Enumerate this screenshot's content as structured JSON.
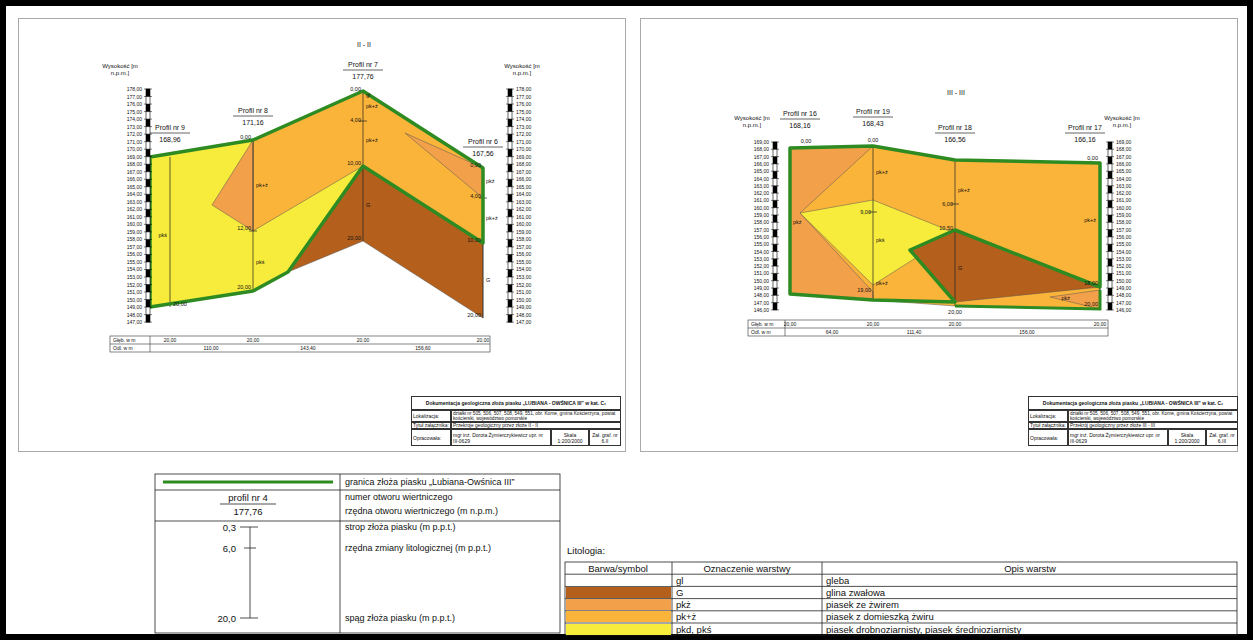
{
  "diagram": {
    "nodes": [
      {
        "text": [
          "II - II"
        ]
      },
      {
        "text": [
          "Dokumentacja geologiczna złoża piasku „LUBIANA - OWŚNICA III” w kat. C₁",
          "Lokalizacja:",
          "działki nr 505, 506, 507, 508, 549, 551, obr. Korne, gmina Kościerzyna, powiat kościerski, województwo pomorskie",
          "Tytuł załącznika:",
          "Przekroje geologiczny przez złoże II - II",
          "Opracowała:",
          "mgr inż. Dorota Żymierczykiewicz upr. nr III-0629",
          "Skala 1:200/2000",
          "Zał. graf. nr 6.II"
        ],
        "in": 0
      },
      {
        "text": [
          "III - III"
        ]
      },
      {
        "text": [
          "Dokumentacja geologiczna złoża piasku „LUBIANA - OWŚNICA III” w kat. C₁",
          "Lokalizacja:",
          "działki nr 505, 506, 507, 508, 549, 551, obr. Korne, gmina Kościerzyna, powiat kościerski, województwo pomorskie",
          "Tytuł załącznika:",
          "Przekrój geologiczny przez złoże III - III",
          "Opracowała:",
          "mgr inż. Dorota Żymierczykiewicz upr. nr III-0629",
          "Skala 1:200/2000",
          "Zał. graf. nr 6.III"
        ],
        "in": 2
      }
    ],
    "labels": [
      "Wysokość [m n.p.m.]",
      "Wysokość [m n.p.m.]",
      "Profil nr 9",
      "168,96",
      "Profil nr 8",
      "171,16",
      "Profil nr 7",
      "177,76",
      "Profil nr 6",
      "167,56",
      "0,00",
      "4,00",
      "10,00",
      "20,00",
      "0,00",
      "12,00",
      "20,00",
      "20,00",
      "0,00",
      "4,00",
      "10,00",
      "20,00",
      "gl",
      "pk+ż",
      "pk+ż",
      "G",
      "pk+ż",
      "pkś",
      "pkś",
      "pkż",
      "pk+ż",
      "G",
      "Głęb. w m",
      "Odl. w m",
      "20,00",
      "20,00",
      "20,00",
      "20,00",
      "110,00",
      "143,40",
      "156,60",
      "Wysokość [m n.p.m.]",
      "Wysokość [m n.p.m.]",
      "Profil nr 16",
      "168,16",
      "Profil nr 19",
      "168,43",
      "Profil nr 18",
      "166,56",
      "Profil nr 17",
      "166,16",
      "0,00",
      "0,00",
      "9,00",
      "19,00",
      "6,00",
      "10,50",
      "20,00",
      "0,00",
      "18,00",
      "20,00",
      "pkż",
      "pk+ż",
      "pkś",
      "pk+ż",
      "pk+ż",
      "G",
      "pk+ż",
      "pkż",
      "Głęb. w m",
      "Odl. w m",
      "20,00",
      "20,00",
      "20,00",
      "20,00",
      "64,00",
      "111,40",
      "156,00",
      "profil nr 4",
      "177,76",
      "0,3",
      "6,0",
      "20,0",
      "Litologia:",
      "Barwa/symbol",
      "Oznaczenie warstwy",
      "Opis warstw",
      "gl",
      "G",
      "pkż",
      "pk+ż",
      "pkd, pkś",
      "178,00",
      "177,00",
      "176,00",
      "175,00",
      "174,00",
      "173,00",
      "172,00",
      "171,00",
      "170,00",
      "169,00",
      "168,00",
      "167,00",
      "166,00",
      "165,00",
      "164,00",
      "163,00",
      "162,00",
      "161,00",
      "160,00",
      "159,00",
      "158,00",
      "157,00",
      "156,00",
      "155,00",
      "154,00",
      "153,00",
      "152,00",
      "151,00",
      "150,00",
      "149,00",
      "148,00",
      "147,00",
      "178,00",
      "177,00",
      "176,00",
      "175,00",
      "174,00",
      "173,00",
      "172,00",
      "171,00",
      "170,00",
      "169,00",
      "168,00",
      "167,00",
      "166,00",
      "165,00",
      "164,00",
      "163,00",
      "162,00",
      "161,00",
      "160,00",
      "159,00",
      "158,00",
      "157,00",
      "156,00",
      "155,00",
      "154,00",
      "153,00",
      "152,00",
      "151,00",
      "150,00",
      "149,00",
      "148,00",
      "147,00",
      "169,00",
      "168,00",
      "167,00",
      "166,00",
      "165,00",
      "164,00",
      "163,00",
      "162,00",
      "161,00",
      "160,00",
      "159,00",
      "158,00",
      "157,00",
      "156,00",
      "155,00",
      "154,00",
      "153,00",
      "152,00",
      "151,00",
      "150,00",
      "149,00",
      "148,00",
      "147,00",
      "146,00",
      "169,00",
      "168,00",
      "167,00",
      "166,00",
      "165,00",
      "164,00",
      "163,00",
      "162,00",
      "161,00",
      "160,00",
      "159,00",
      "158,00",
      "157,00",
      "156,00",
      "155,00",
      "154,00",
      "153,00",
      "152,00",
      "151,00",
      "150,00",
      "149,00",
      "148,00",
      "147,00",
      "146,00"
    ],
    "legend": [
      {
        "text": "granica złoża piasku „Lubiana-Owśnica III”"
      },
      {
        "text": "numer otworu wiertniczego"
      },
      {
        "text": "rzędna otworu wiertniczego (m n.p.m.)"
      },
      {
        "text": "strop złoża piasku (m p.p.t.)"
      },
      {
        "text": "rzędna zmiany litologicznej (m p.p.t.)"
      },
      {
        "text": "spąg złoża piasku (m p.p.t.)"
      },
      {
        "text": "gleba",
        "color": "#ffffff"
      },
      {
        "text": "glina zwałowa",
        "color": "#b4601c"
      },
      {
        "text": "piasek ze żwirem",
        "color": "#f3a04a"
      },
      {
        "text": "piasek z domieszką żwiru",
        "color": "#fbb43a"
      },
      {
        "text": "piasek drobnoziarnisty, piasek średnioziarnisty",
        "color": "#f7ec3c"
      }
    ]
  }
}
